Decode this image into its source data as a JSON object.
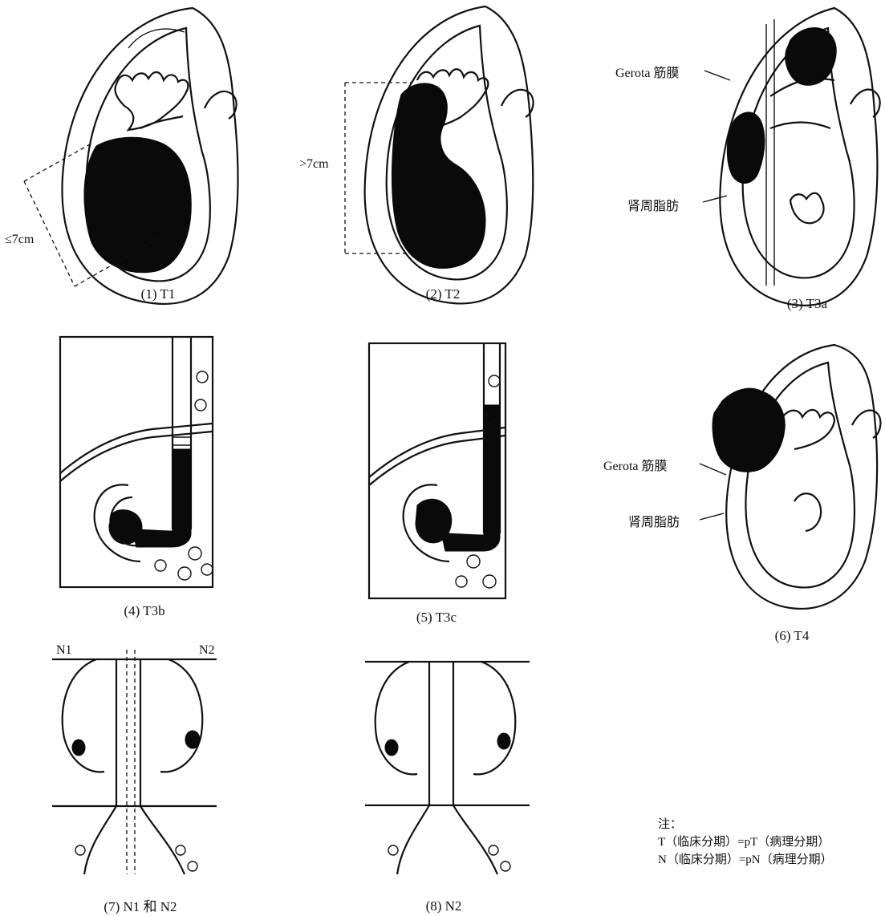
{
  "captions": {
    "t1": "(1) T1",
    "t2": "(2) T2",
    "t3a": "(3) T3a",
    "t3b": "(4) T3b",
    "t3c": "(5) T3c",
    "t4": "(6) T4",
    "n1n2": "(7) N1 和 N2",
    "n2": "(8) N2"
  },
  "labels": {
    "t1_size": "≤7cm",
    "t2_size": ">7cm",
    "t3a_gerota": "Gerota 筋膜",
    "t3a_fat": "肾周脂肪",
    "t4_gerota": "Gerota 筋膜",
    "t4_fat": "肾周脂肪",
    "n1": "N1",
    "n2": "N2"
  },
  "note": {
    "title": "注：",
    "line1": "T（临床分期）=pT（病理分期）",
    "line2": "N（临床分期）=pN（病理分期）"
  }
}
